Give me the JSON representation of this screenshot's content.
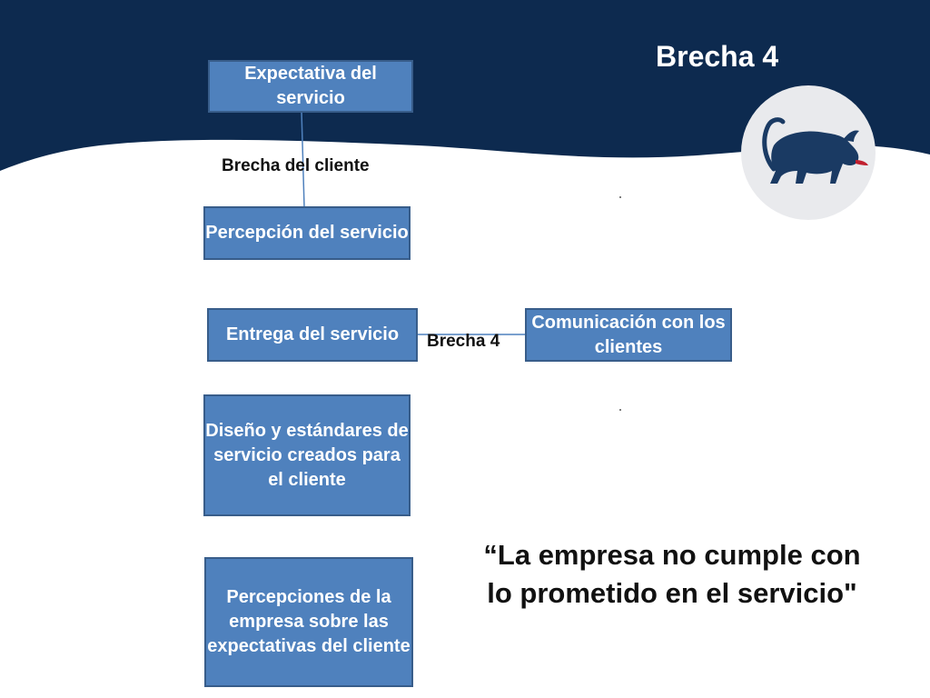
{
  "slide": {
    "title": "Brecha 4",
    "quote": "“La empresa no cumple con lo prometido en el servicio\""
  },
  "boxes": {
    "expectativa": "Expectativa del servicio",
    "percepcion": "Percepción del servicio",
    "entrega": "Entrega del servicio",
    "comunicacion": "Comunicación con los clientes",
    "diseno": "Diseño y estándares de servicio creados para el cliente",
    "percepciones_empresa": "Percepciones de la empresa sobre las expectativas del cliente"
  },
  "labels": {
    "brecha_cliente": "Brecha del cliente",
    "brecha_4": "Brecha 4"
  },
  "logo": {
    "icon": "bull-icon"
  },
  "colors": {
    "header_navy": "#0d2a4f",
    "box_fill": "#4f81bd",
    "box_border": "#385d8a",
    "logo_circle": "#e9eaed",
    "bull": "#1a3a63",
    "bull_accent": "#c0202f"
  }
}
